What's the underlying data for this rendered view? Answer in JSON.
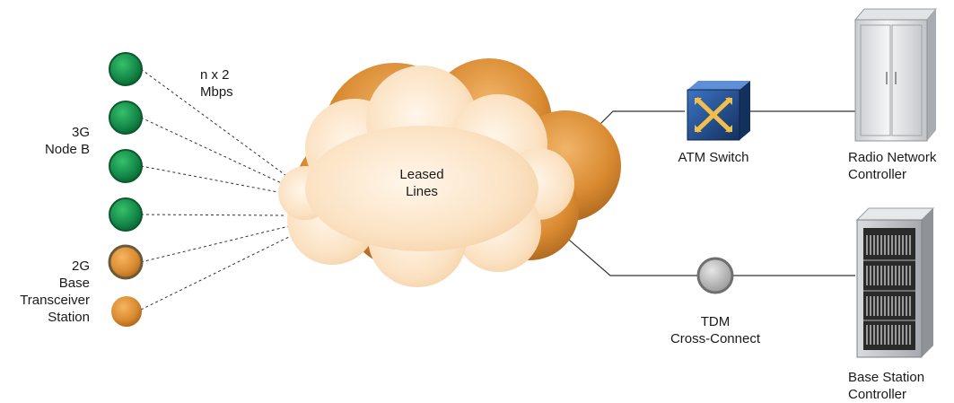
{
  "labels": {
    "bandwidth": [
      "n x 2",
      "Mbps"
    ],
    "node_b": [
      "3G",
      "Node B"
    ],
    "bts": [
      "2G",
      "Base",
      "Transceiver",
      "Station"
    ],
    "cloud": [
      "Leased",
      "Lines"
    ],
    "atm_switch": "ATM Switch",
    "rnc": [
      "Radio Network",
      "Controller"
    ],
    "tdm": [
      "TDM",
      "Cross-Connect"
    ],
    "bsc": [
      "Base Station",
      "Controller"
    ]
  },
  "colors": {
    "node_b_green": "#1e9a4c",
    "bts_orange": "#e0963c",
    "cloud_front": "#fbe3c4",
    "cloud_back": "#d98a30",
    "link_line": "#333333",
    "atm_blue": "#1f4a8f",
    "tdm_gray": "#b9b9b9"
  },
  "nodes": {
    "node_b_count": 4,
    "bts_count": 2
  }
}
